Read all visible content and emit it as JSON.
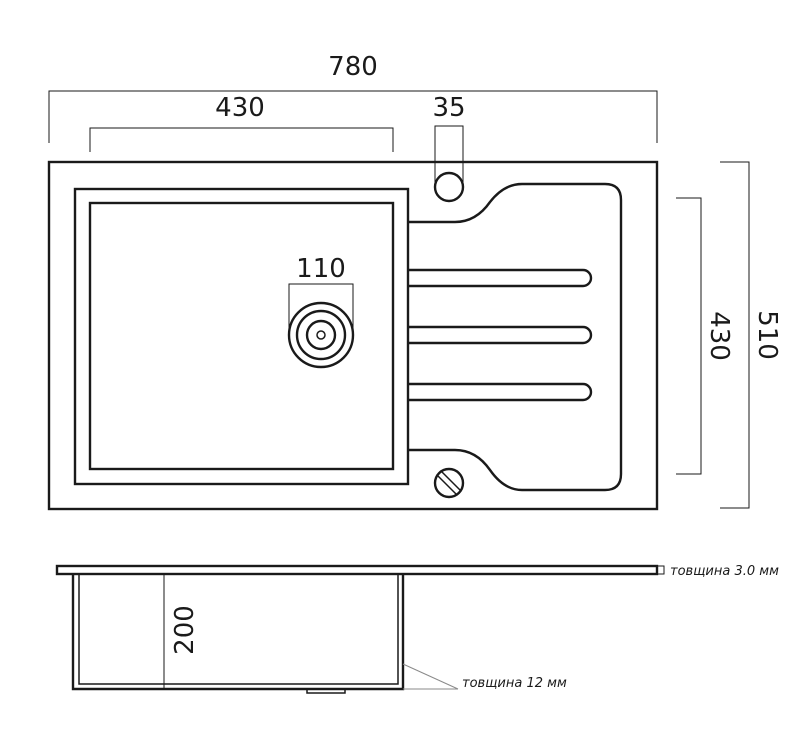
{
  "dimensions": {
    "overall_width": "780",
    "bowl_width": "430",
    "tap_hole": "35",
    "drain": "110",
    "drainboard_depth": "430",
    "overall_depth": "510",
    "bowl_depth": "200"
  },
  "notes": {
    "top_thickness": "товщина 3.0 мм",
    "wall_thickness": "товщина 12 мм"
  }
}
